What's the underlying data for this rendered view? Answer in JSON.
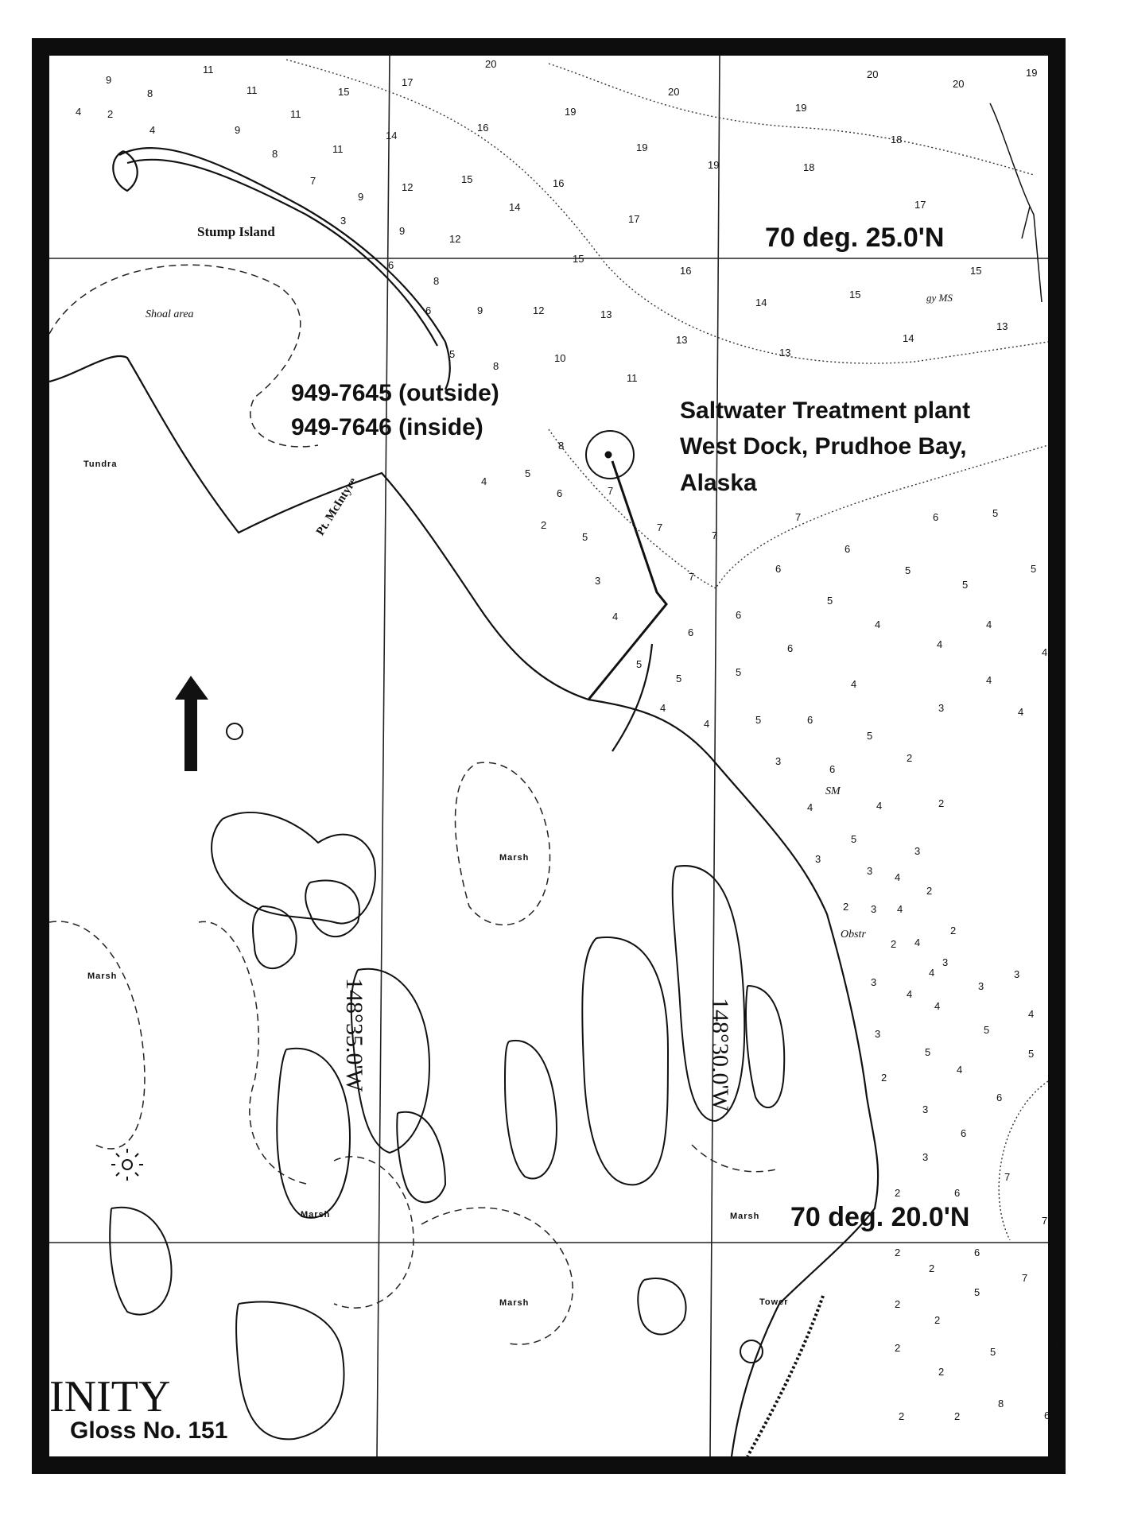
{
  "map": {
    "station_label": [
      "Saltwater Treatment plant",
      "West Dock, Prudhoe Bay,",
      "Alaska"
    ],
    "phones": [
      "949-7645  (outside)",
      "949-7646  (inside)"
    ],
    "lat_top": "70 deg. 25.0'N",
    "lat_bottom": "70 deg. 20.0'N",
    "lon_left": "148°35.0'W",
    "lon_right": "148°30.0'W",
    "place_stump_island": "Stump Island",
    "place_pt_mcintyre": "Pt. McIntyre",
    "place_shoal_area": "Shoal area",
    "place_tundra": "Tundra",
    "place_marsh": "Marsh",
    "place_tower": "Tower",
    "place_obstr": "Obstr",
    "bottom_ms": "gy MS",
    "bottom_sm": "SM",
    "chart_title_partial": "INITY",
    "gloss": "Gloss No. 151",
    "soundings": [
      "20",
      "19",
      "20",
      "20",
      "19",
      "18",
      "19",
      "19",
      "17",
      "17",
      "17",
      "16",
      "15",
      "13",
      "14",
      "15",
      "14",
      "13",
      "12",
      "11",
      "8",
      "7",
      "6",
      "5",
      "4",
      "3",
      "2",
      "9",
      "10",
      "8",
      "6",
      "5",
      "4",
      "3",
      "2"
    ]
  }
}
